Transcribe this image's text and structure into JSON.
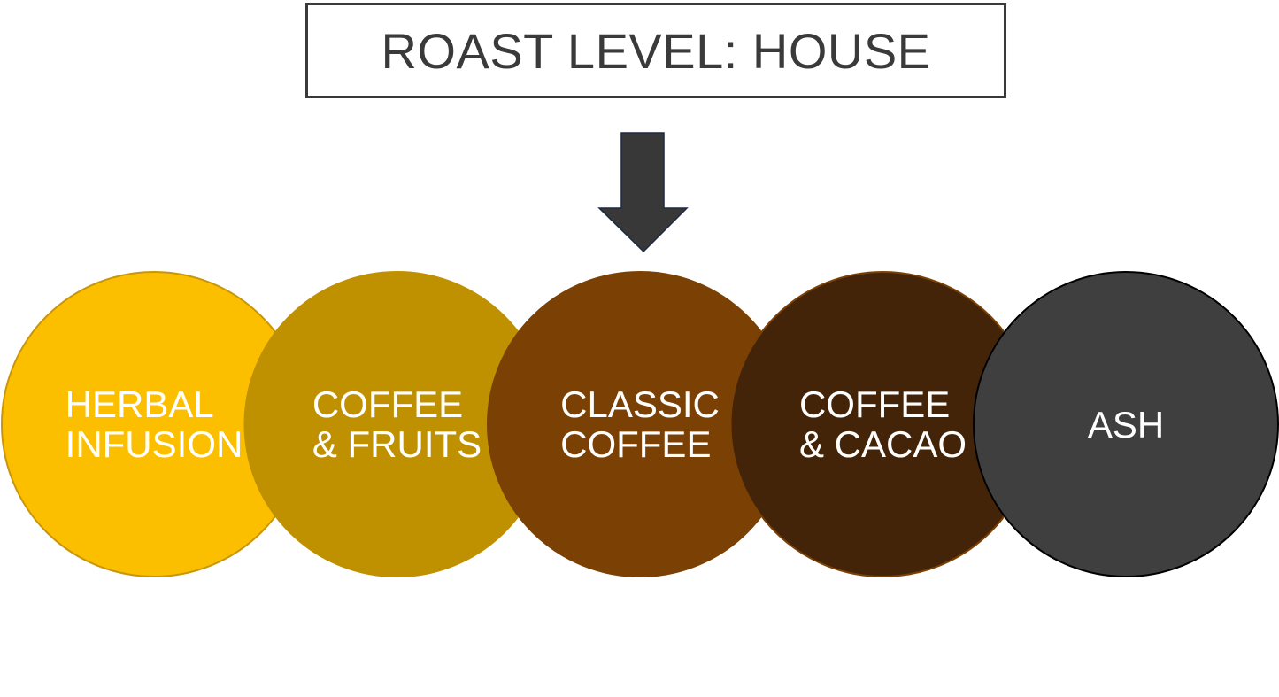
{
  "title": "ROAST LEVEL: HOUSE",
  "indicator": {
    "selected_index": 2,
    "arrow_color": "#383838"
  },
  "levels": [
    {
      "label": "HERBAL\nINFUSION",
      "color": "#FCBF00",
      "stroke": "#C9960A"
    },
    {
      "label": "COFFEE\n& FRUITS",
      "color": "#BF9000",
      "stroke": "#BF9000"
    },
    {
      "label": "CLASSIC\nCOFFEE",
      "color": "#7B4104",
      "stroke": "#7B4104"
    },
    {
      "label": "COFFEE\n& CACAO",
      "color": "#442408",
      "stroke": "#7B4104"
    },
    {
      "label": "ASH",
      "color": "#3F3F3F",
      "stroke": "#000000"
    }
  ]
}
